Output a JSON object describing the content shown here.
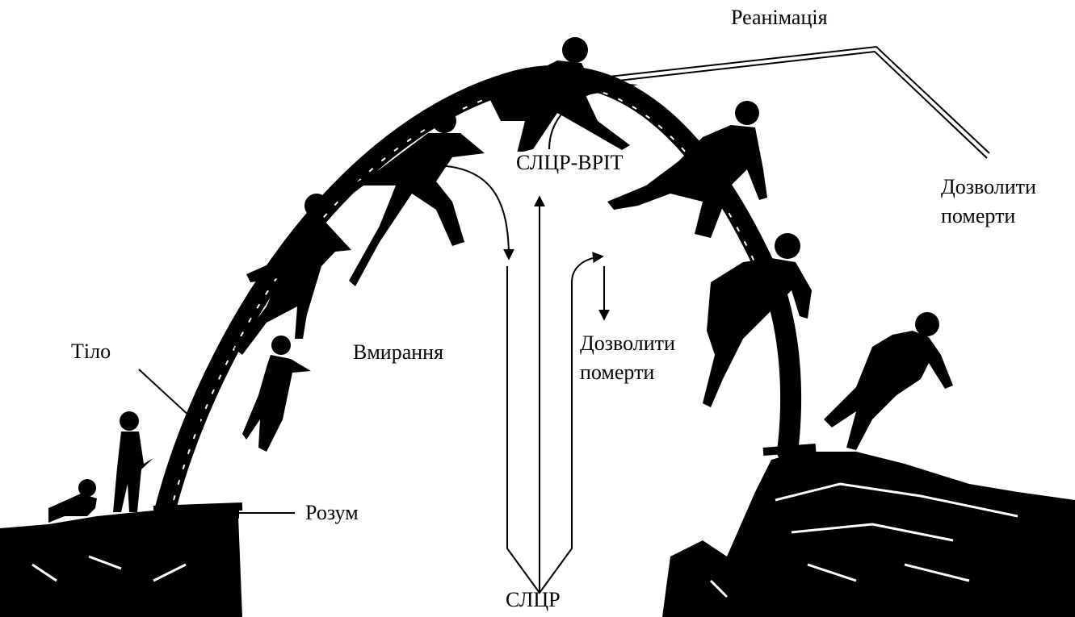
{
  "labels": {
    "reanimation": "Реанімація",
    "cpr_brit": "СЛЦР-ВРІТ",
    "allow_die_right_line1": "Дозволити",
    "allow_die_right_line2": "померти",
    "body": "Тіло",
    "dying": "Вмирання",
    "allow_die_center_line1": "Дозволити",
    "allow_die_center_line2": "померти",
    "mind": "Розум",
    "cpr": "СЛЦР"
  },
  "colors": {
    "ink": "#000000",
    "paper": "#ffffff"
  }
}
